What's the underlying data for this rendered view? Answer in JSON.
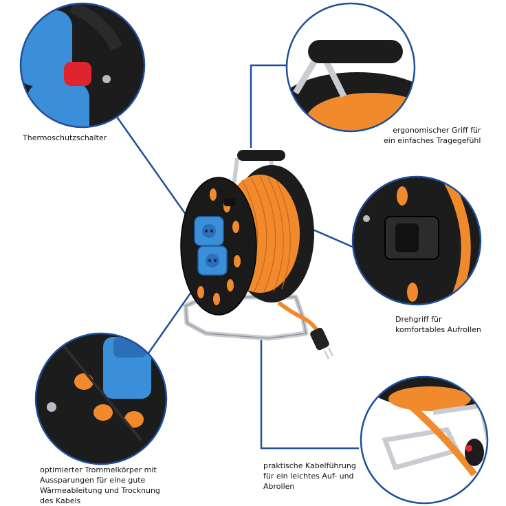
{
  "colors": {
    "callout_ring": "#1f4f9a",
    "leader_line": "#1f4f9a",
    "cable_orange": "#f08a2c",
    "reel_black": "#1c1c1c",
    "socket_blue": "#3a8fd8",
    "reset_red": "#e0242e",
    "frame_chrome": "#c9ccd1"
  },
  "callouts": {
    "thermo": {
      "icon": "thermal-switch-closeup",
      "lines": [
        "Thermoschutzschalter"
      ]
    },
    "griff": {
      "icon": "handle-closeup",
      "lines": [
        "ergonomischer Griff für",
        "ein einfaches Tragegefühl"
      ]
    },
    "dreh": {
      "icon": "crank-knob-closeup",
      "lines": [
        "Drehgriff für",
        "komfortables Aufrollen"
      ]
    },
    "kabel": {
      "icon": "cable-guide-closeup",
      "lines": [
        "praktische Kabelführung",
        "für ein leichtes Auf- und",
        "Abrollen"
      ]
    },
    "trommel": {
      "icon": "drum-body-closeup",
      "lines": [
        "optimierter Trommelkörper mit",
        "Aussparungen für eine gute",
        "Wärmeableitung und Trocknung",
        "des Kabels"
      ]
    }
  }
}
